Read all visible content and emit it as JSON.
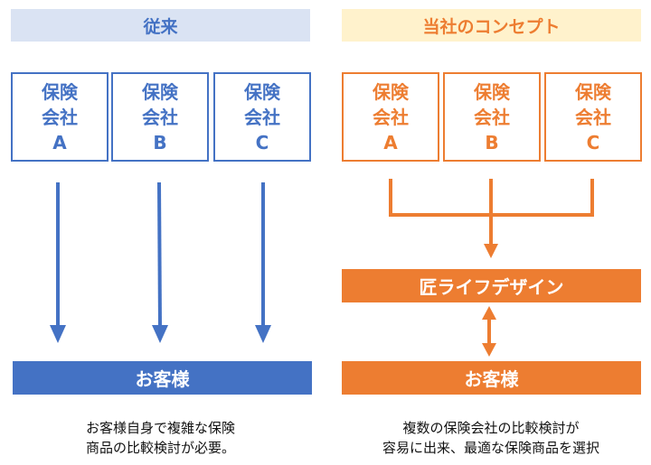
{
  "left": {
    "header": "従来",
    "companies": [
      {
        "line1": "保険",
        "line2": "会社",
        "letter": "A"
      },
      {
        "line1": "保険",
        "line2": "会社",
        "letter": "B"
      },
      {
        "line1": "保険",
        "line2": "会社",
        "letter": "C"
      }
    ],
    "customer_label": "お客様",
    "caption_line1": "お客様自身で複雑な保険",
    "caption_line2": "商品の比較検討が必要。"
  },
  "right": {
    "header": "当社のコンセプト",
    "companies": [
      {
        "line1": "保険",
        "line2": "会社",
        "letter": "A"
      },
      {
        "line1": "保険",
        "line2": "会社",
        "letter": "B"
      },
      {
        "line1": "保険",
        "line2": "会社",
        "letter": "C"
      }
    ],
    "intermediary_label": "匠ライフデザイン",
    "customer_label": "お客様",
    "caption_line1": "複数の保険会社の比較検討が",
    "caption_line2": "容易に出来、最適な保険商品を選択"
  },
  "colors": {
    "blue": "#4472c4",
    "orange": "#ed7d31",
    "blue_light": "#dae3f3",
    "yellow_light": "#fff2cc"
  }
}
